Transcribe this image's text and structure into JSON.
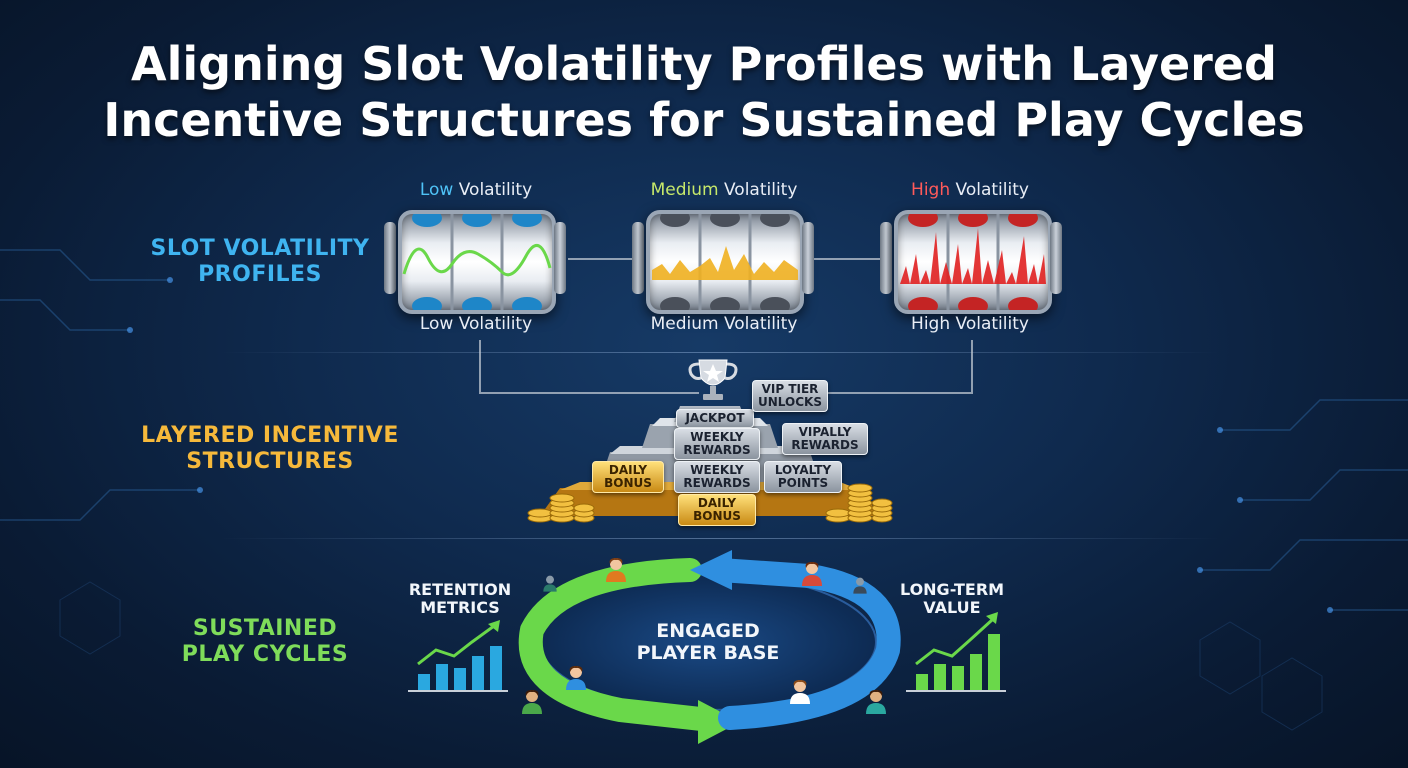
{
  "title": {
    "line1": "Aligning Slot Volatility Profiles with Layered",
    "line2": "Incentive Structures for Sustained Play Cycles"
  },
  "sections": {
    "slot": {
      "line1": "SLOT VOLATILITY",
      "line2": "PROFILES",
      "color": "#3fb4f0"
    },
    "incentive": {
      "line1": "LAYERED INCENTIVE",
      "line2": "STRUCTURES",
      "color": "#f6b93b"
    },
    "cycles": {
      "line1": "SUSTAINED",
      "line2": "PLAY CYCLES",
      "color": "#7fdc5a"
    }
  },
  "reels": [
    {
      "top_word": "Low",
      "top_rest": " Volatility",
      "top_color": "#4fc3f7",
      "bottom": "Low Volatility",
      "wave_color": "#6ad84a",
      "cap_color": "#1e86c8"
    },
    {
      "top_word": "Medium",
      "top_rest": " Volatility",
      "top_color": "#c6e86a",
      "bottom": "Medium Volatility",
      "wave_color": "#f0b020",
      "cap_color": "#5d6470"
    },
    {
      "top_word": "High",
      "top_rest": " Volatility",
      "top_color": "#ff5a5a",
      "bottom": "High Volatility",
      "wave_color": "#e02020",
      "cap_color": "#c42424"
    }
  ],
  "incentives": {
    "jackpot": "JACKPOT",
    "vip_tier": "VIP TIER\nUNLOCKS",
    "weekly_top": "WEEKLY\nREWARDS",
    "vipally": "VIPALLY\nREWARDS",
    "daily_left": "DAILY\nBONUS",
    "weekly_mid": "WEEKLY\nREWARDS",
    "loyalty": "LOYALTY\nPOINTS",
    "daily_bottom": "DAILY\nBONUS"
  },
  "cycle": {
    "center_line1": "ENGAGED",
    "center_line2": "PLAYER BASE",
    "left_metric_line1": "RETENTION",
    "left_metric_line2": "METRICS",
    "right_metric_line1": "LONG-TERM",
    "right_metric_line2": "VALUE",
    "green": "#6ad84a",
    "blue": "#2f8fe0"
  },
  "icons": [
    "trophy-icon",
    "coin-stack-icon",
    "bar-chart-icon",
    "trend-arrow-icon",
    "avatar-icon"
  ]
}
